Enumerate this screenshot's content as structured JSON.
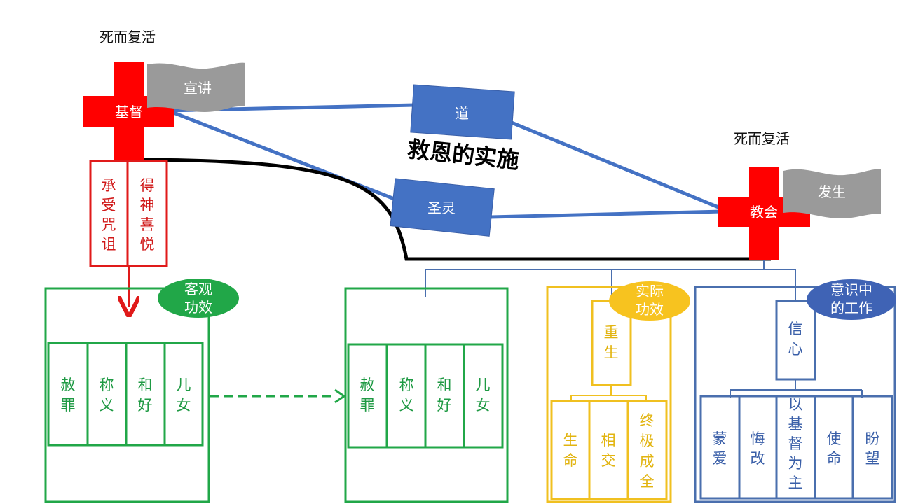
{
  "labels": {
    "resurrection_1": "死而复活",
    "resurrection_2": "死而复活",
    "christ": "基督",
    "preach": "宣讲",
    "word": "道",
    "spirit": "圣灵",
    "heading": "救恩的实施",
    "church": "教会",
    "happen": "发生"
  },
  "red_cols": [
    {
      "chars": [
        "承",
        "受",
        "咒",
        "诅"
      ]
    },
    {
      "chars": [
        "得",
        "神",
        "喜",
        "悦"
      ]
    }
  ],
  "ovals": {
    "objective": [
      "客观",
      "功效"
    ],
    "actual": [
      "实际",
      "功效"
    ],
    "conscious": [
      "意识中",
      "的工作"
    ]
  },
  "green_left": [
    {
      "chars": [
        "赦",
        "罪"
      ]
    },
    {
      "chars": [
        "称",
        "义"
      ]
    },
    {
      "chars": [
        "和",
        "好"
      ]
    },
    {
      "chars": [
        "儿",
        "女"
      ]
    }
  ],
  "green_right": [
    {
      "chars": [
        "赦",
        "罪"
      ]
    },
    {
      "chars": [
        "称",
        "义"
      ]
    },
    {
      "chars": [
        "和",
        "好"
      ]
    },
    {
      "chars": [
        "儿",
        "女"
      ]
    }
  ],
  "yellow_top": {
    "chars": [
      "重",
      "生"
    ]
  },
  "yellow_cols": [
    {
      "chars": [
        "生",
        "命"
      ]
    },
    {
      "chars": [
        "相",
        "交"
      ]
    },
    {
      "chars": [
        "终",
        "极",
        "成",
        "全"
      ]
    }
  ],
  "blue_top": {
    "chars": [
      "信",
      "心"
    ]
  },
  "blue_cols": [
    {
      "chars": [
        "蒙",
        "爱"
      ]
    },
    {
      "chars": [
        "悔",
        "改"
      ]
    },
    {
      "chars": [
        "以",
        "基",
        "督",
        "为",
        "主"
      ]
    },
    {
      "chars": [
        "使",
        "命"
      ]
    },
    {
      "chars": [
        "盼",
        "望"
      ]
    }
  ],
  "colors": {
    "cross": "#ff0000",
    "flag": "#9a9a9a",
    "box_blue": "#4472c4",
    "connector_blue": "#4472c4",
    "green": "#21a748",
    "yellow": "#f0c020",
    "oval_yellow": "#f7c31f",
    "oval_blue": "#3f63b5",
    "frame_blue": "#4a6fae",
    "red": "#e01a1a"
  }
}
